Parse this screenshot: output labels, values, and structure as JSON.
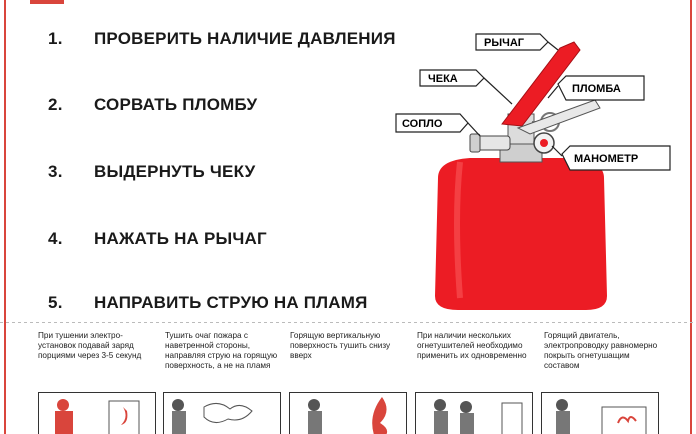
{
  "steps": [
    {
      "num": "1.",
      "text": "ПРОВЕРИТЬ НАЛИЧИЕ ДАВЛЕНИЯ"
    },
    {
      "num": "2.",
      "text": "СОРВАТЬ ПЛОМБУ"
    },
    {
      "num": "3.",
      "text": "ВЫДЕРНУТЬ ЧЕКУ"
    },
    {
      "num": "4.",
      "text": "НАЖАТЬ НА РЫЧАГ"
    },
    {
      "num": "5.",
      "text": "НАПРАВИТЬ СТРУЮ НА ПЛАМЯ"
    }
  ],
  "diagram": {
    "labels": {
      "lever": "РЫЧАГ",
      "pin": "ЧЕКА",
      "seal": "ПЛОМБА",
      "nozzle": "СОПЛО",
      "gauge": "МАНОМЕТР"
    }
  },
  "tips": [
    "При тушении электро-установок подавай заряд порциями через 3-5 секунд",
    "Тушить очаг пожара с наветренной стороны, направляя струю на горящую поверхность, а не на пламя",
    "Горящую вертикальную поверхность тушить снизу вверх",
    "При наличии нескольких огнетушителей необходимо применить их одновременно",
    "Горящий двигатель, электропроводку равномерно покрыть огнетушащим составом"
  ],
  "colors": {
    "extinguisher_red": "#ec1c24",
    "frame_red": "#d9453c",
    "label_text": "#1a1a1a"
  }
}
